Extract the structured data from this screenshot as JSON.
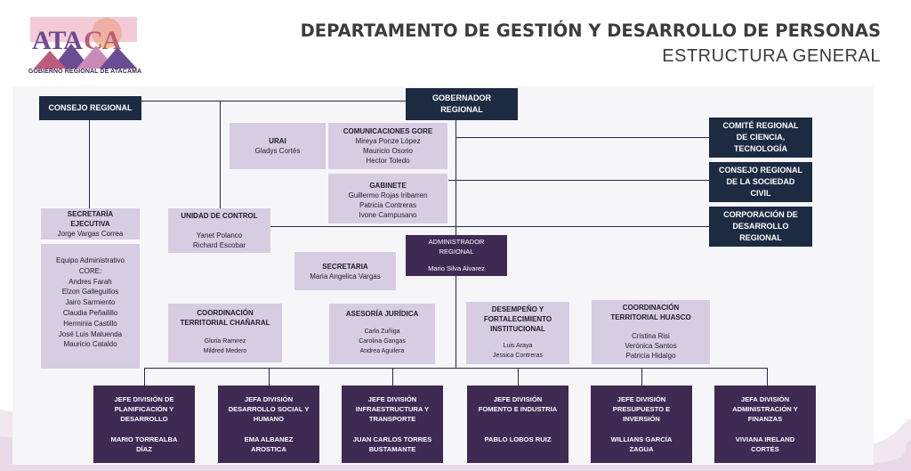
{
  "logo": {
    "caption": "GOBIERNO REGIONAL DE ATACAMA",
    "letters": "ATACAMA",
    "colors": [
      "#f1a57a",
      "#c98ab8",
      "#6a4c93",
      "#bd5b7a"
    ]
  },
  "header": {
    "title": "DEPARTAMENTO DE GESTIÓN Y DESARROLLO DE PERSONAS",
    "subtitle": "ESTRUCTURA GENERAL"
  },
  "colors": {
    "dark_box": "#1c2a42",
    "lavender_box": "#d7cde2",
    "purple_box": "#3f2a54",
    "connector": "#25264f"
  },
  "org": {
    "gobernador": {
      "title": "GOBERNADOR\nREGIONAL"
    },
    "consejo": {
      "title": "CONSEJO REGIONAL"
    },
    "urai": {
      "title": "URAI",
      "people": [
        "Gladys Cortés"
      ]
    },
    "comunicaciones": {
      "title": "COMUNICACIONES GORE",
      "people": [
        "Mireya Ponze López",
        "Mauricio Osorio",
        "Hector Toledo"
      ]
    },
    "gabinete": {
      "title": "GABINETE",
      "people": [
        "Guillermo Rojas Iribarren",
        "Patricia Contreras",
        "Ivone Campusano"
      ]
    },
    "comite": {
      "title": "COMITÉ REGIONAL\nDE CIENCIA,\nTECNOLOGÍA"
    },
    "sociedad": {
      "title": "CONSEJO REGIONAL\nDE LA SOCIEDAD\nCIVIL"
    },
    "corporacion": {
      "title": "CORPORACIÓN DE\nDESARROLLO\nREGIONAL"
    },
    "secretaria_ejecutiva": {
      "title": "SECRETARÍA\nEJECUTIVA",
      "people": [
        "Jorge Vargas Correa"
      ]
    },
    "equipo_core": {
      "title": "Equipo Administrativo\nCORE:",
      "people": [
        "Andres Farah",
        "Elzon Galleguillos",
        "Jairo Sarmiento",
        "Claudia Peñailillo",
        "Herminia Castillo",
        "José Luis Maluenda",
        "Mauricio Cataldo"
      ]
    },
    "unidad_control": {
      "title": "UNIDAD DE  CONTROL",
      "people": [
        "Yanet Polanco",
        "Richard Escobar"
      ]
    },
    "administrador": {
      "title": "ADMINISTRADOR\nREGIONAL",
      "people": [
        "Mario Silva Alvarez"
      ]
    },
    "secretaria": {
      "title": "SECRETARIA",
      "people": [
        "Maria Angelica Vargas"
      ]
    },
    "chanaral": {
      "title": "COORDINACIÓN\nTERRITORIAL  CHAÑARAL",
      "people": [
        "Gloria Ramirez",
        "Mildred Medero"
      ]
    },
    "juridica": {
      "title": "ASESORÍA JURÍDICA",
      "people": [
        "Carla Zuñiga",
        "Carolina Gangas",
        "Andrea Aguilera"
      ]
    },
    "desempeno": {
      "title": "DESEMPEÑO Y\nFORTALECIMIENTO\nINSTITUCIONAL",
      "people": [
        "Luis Araya",
        "Jessica Contreras"
      ]
    },
    "huasco": {
      "title": "COORDINACIÓN\nTERRITORIAL  HUASCO",
      "people": [
        "Cristina Risi",
        "Verónica Santos",
        "Patricia Hidalgo"
      ]
    }
  },
  "divisions": [
    {
      "title": "JEFE DIVISIÓN DE\nPLANIFICACIÓN Y\nDESARROLLO",
      "name": "MARIO TORREALBA\nDÍAZ"
    },
    {
      "title": "JEFA DIVISIÓN\nDESARROLLO  SOCIAL Y\nHUMANO",
      "name": "EMA ALBANEZ\nAROSTICA"
    },
    {
      "title": "JEFE DIVISIÓN\nINFRAESTRUCTURA  Y\nTRANSPORTE",
      "name": "JUAN CARLOS TORRES\nBUSTAMANTE"
    },
    {
      "title": "JEFE DIVISIÓN\nFOMENTO E  INDUSTRIA",
      "name": "PABLO LOBOS RUIZ"
    },
    {
      "title": "JEFE DIVISIÓN\nPRESUPUESTO E\nINVERSIÓN",
      "name": "WILLIANS GARCÍA\nZAGUA"
    },
    {
      "title": "JEFA DIVISIÓN\nADMINISTRACIÓN Y\nFINANZAS",
      "name": "VIVIANA IRELAND\nCORTÉS"
    }
  ]
}
